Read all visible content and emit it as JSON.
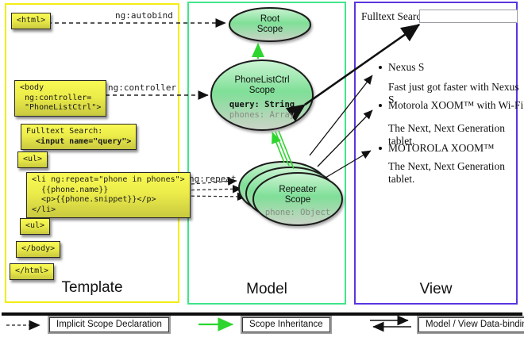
{
  "panels": {
    "template": {
      "label": "Template"
    },
    "model": {
      "label": "Model"
    },
    "view": {
      "label": "View"
    }
  },
  "template_code": {
    "html_open": "<html>",
    "body_open": "<body\n ng:controller=\n \"PhoneListCtrl\">",
    "fulltext_label": "Fulltext Search:",
    "fulltext_input": "  <input name=\"query\">",
    "ul_open": "<ul>",
    "li_repeat": "<li ng:repeat=\"phone in phones\">\n  {{phone.name}}\n  <p>{{phone.snippet}}</p>\n</li>",
    "ul_close": "<ul>",
    "body_close": "</body>",
    "html_close": "</html>"
  },
  "arrow_labels": {
    "autobind": "ng:autobind",
    "controller": "ng:controller",
    "repeat": "ng:repeat"
  },
  "model_scopes": {
    "root": {
      "title": "Root\nScope"
    },
    "phonelist": {
      "title": "PhoneListCtrl\nScope",
      "prop_query": "query: String",
      "prop_phones": "phones: Array"
    },
    "repeater": {
      "title": "Repeater\nScope",
      "prop_phone": "phone: Object"
    }
  },
  "view": {
    "search_label": "Fulltext Search:",
    "search_value": "",
    "items": [
      {
        "name": "Nexus S",
        "desc": "Fast just got faster with Nexus S."
      },
      {
        "name": "Motorola XOOM™ with Wi-Fi",
        "desc": "The Next, Next Generation tablet."
      },
      {
        "name": "MOTOROLA XOOM™",
        "desc": "The Next, Next Generation tablet."
      }
    ]
  },
  "legend": [
    {
      "label": "Implicit Scope Declaration"
    },
    {
      "label": "Scope Inheritance"
    },
    {
      "label": "Model / View Data-binding"
    }
  ],
  "colors": {
    "template_border": "#F2EE13",
    "model_border": "#41E58B",
    "view_border": "#5A35E0",
    "code_box_yellow": "#ECEC4A",
    "scope_green": "#82E19A",
    "inheritance_green": "#2FD52F",
    "arrow_black": "#111111"
  }
}
